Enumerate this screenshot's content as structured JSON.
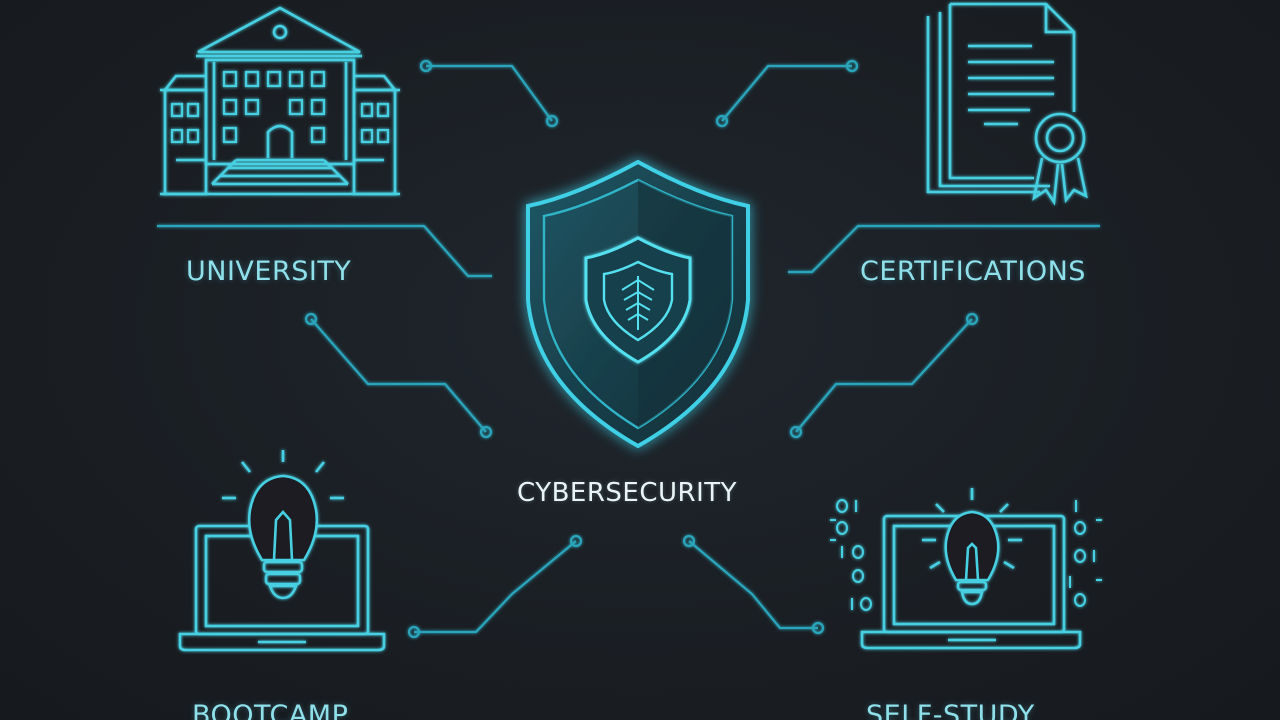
{
  "diagram": {
    "center_label": "CYBERSECURITY",
    "nodes": [
      {
        "key": "university",
        "label": "UNIVERSITY",
        "icon": "university-building-icon"
      },
      {
        "key": "certifications",
        "label": "CERTIFICATIONS",
        "icon": "certificate-document-icon"
      },
      {
        "key": "bootcamp",
        "label": "BOOTCAMP",
        "icon": "laptop-lightbulb-icon"
      },
      {
        "key": "self_study",
        "label": "SELF-STUDY",
        "icon": "laptop-lightbulb-icon"
      }
    ],
    "center_icon": "shield-icon"
  },
  "colors": {
    "background": "#1b1f24",
    "accent": "#4ad3e6",
    "accent_dim": "#2fa9bd",
    "center_text": "#e8f4f6"
  }
}
